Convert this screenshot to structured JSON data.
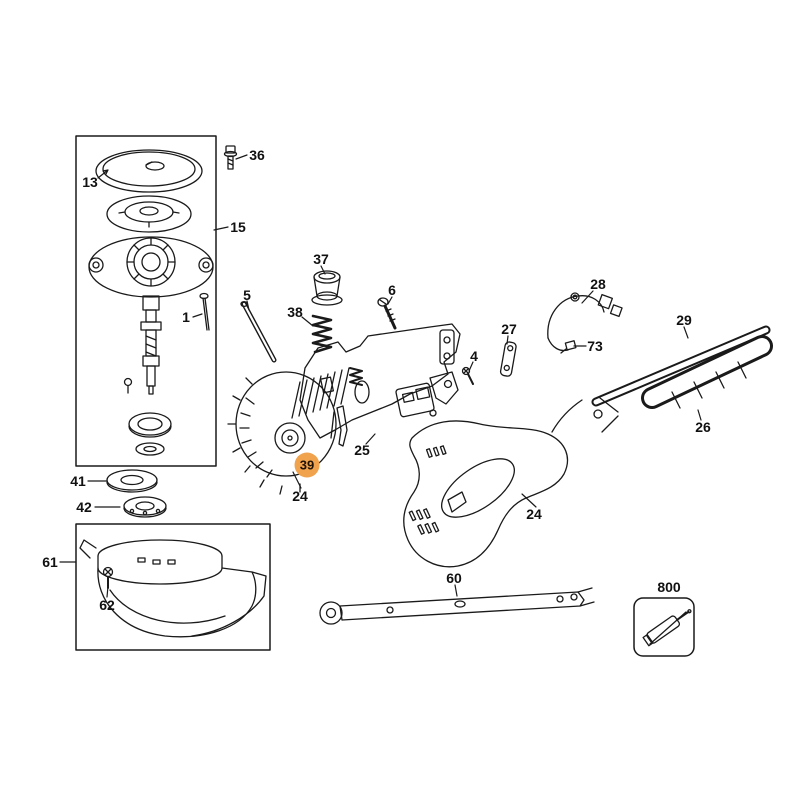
{
  "diagram": {
    "title": "Angle grinder exploded parts diagram",
    "highlight_color": "#F0A24C",
    "parts": [
      {
        "num": "36"
      },
      {
        "num": "13"
      },
      {
        "num": "15"
      },
      {
        "num": "5"
      },
      {
        "num": "1"
      },
      {
        "num": "37"
      },
      {
        "num": "38"
      },
      {
        "num": "6"
      },
      {
        "num": "28"
      },
      {
        "num": "73"
      },
      {
        "num": "27"
      },
      {
        "num": "29"
      },
      {
        "num": "26"
      },
      {
        "num": "4"
      },
      {
        "num": "25"
      },
      {
        "num": "39",
        "highlighted": true
      },
      {
        "num": "24"
      },
      {
        "num": "24"
      },
      {
        "num": "41"
      },
      {
        "num": "42"
      },
      {
        "num": "61"
      },
      {
        "num": "62"
      },
      {
        "num": "60"
      },
      {
        "num": "800"
      }
    ]
  }
}
